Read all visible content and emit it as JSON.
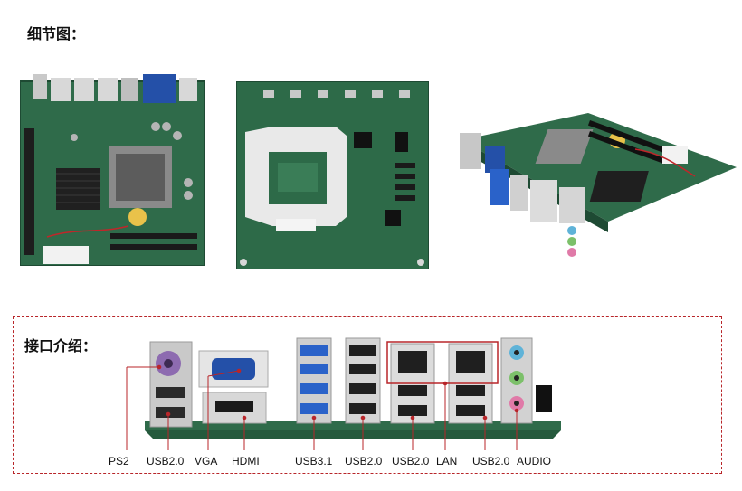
{
  "sections": {
    "detail_title": "细节图：",
    "interface_title": "接口介绍："
  },
  "photos": [
    {
      "name": "board-top-view"
    },
    {
      "name": "board-back-view"
    },
    {
      "name": "board-angle-view"
    }
  ],
  "ports": [
    {
      "key": "ps2",
      "label": "PS2"
    },
    {
      "key": "usb20_a",
      "label": "USB2.0"
    },
    {
      "key": "vga",
      "label": "VGA"
    },
    {
      "key": "hdmi",
      "label": "HDMI"
    },
    {
      "key": "usb31",
      "label": "USB3.1"
    },
    {
      "key": "usb20_b",
      "label": "USB2.0"
    },
    {
      "key": "usb20_c",
      "label": "USB2.0"
    },
    {
      "key": "lan",
      "label": "LAN"
    },
    {
      "key": "usb20_d",
      "label": "USB2.0"
    },
    {
      "key": "audio",
      "label": "AUDIO"
    }
  ],
  "colors": {
    "pcb_green": "#2f6b4a",
    "usb3_blue": "#2a62c9",
    "vga_blue": "#2450a8",
    "frame_red": "#b8262a",
    "audio_blue": "#5fb3d8",
    "audio_green": "#7cc06a",
    "audio_pink": "#e07aa8",
    "ps2_purple": "#8d6bb0"
  }
}
